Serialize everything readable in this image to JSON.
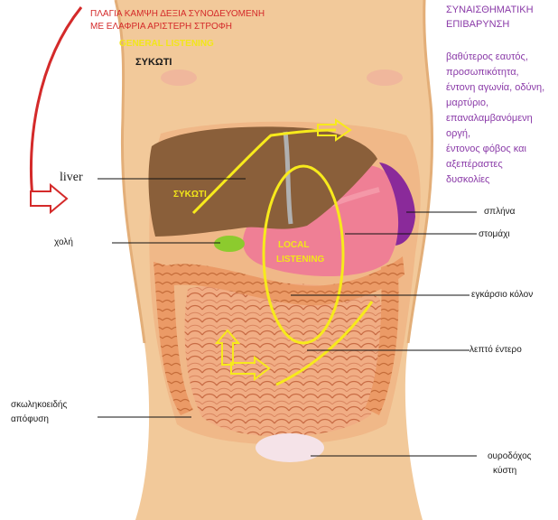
{
  "header": {
    "red_line1": "ΠΛΑΓΙΑ ΚΑΜΨΗ ΔΕΞΙΑ ΣΥΝΟΔΕΥΟΜΕΝΗ",
    "red_line2": "ΜΕ ΕΛΑΦΡΙΑ ΑΡΙΣΤΕΡΗ ΣΤΡΟΦΗ",
    "general_listening": "GENERAL LISTENING",
    "liver_caps": "ΣΥΚΩΤΙ"
  },
  "emotional": {
    "title1": "ΣΥΝΑΙΣΘΗΜΑΤΙΚΗ",
    "title2": "ΕΠΙΒΑΡΥΝΣΗ",
    "lines": [
      "βαθύτερος εαυτός,",
      "προσωπικότητα,",
      "έντονη αγωνία, οδύνη,",
      "μαρτύριο,",
      "επαναλαμβανόμενη",
      "οργή,",
      "έντονος φόβος και",
      "αξεπέραστες",
      "δυσκολίες"
    ]
  },
  "organ_labels": {
    "liver": "liver",
    "bile": "χολή",
    "spleen": "σπλήνα",
    "stomach": "στομάχι",
    "transverse_colon": "εγκάρσιο κόλον",
    "small_intestine": "λεπτό έντερο",
    "appendix_line1": "σκωληκοειδής",
    "appendix_line2": "απόφυση",
    "bladder_line1": "ουροδόχος",
    "bladder_line2": "κύστη"
  },
  "overlay": {
    "liver_inside": "ΣΥΚΩΤΙ",
    "local1": "LOCAL",
    "local2": "LISTENING"
  },
  "colors": {
    "skin": "#f2c99a",
    "liver": "#8a5f3a",
    "stomach": "#ef7f95",
    "spleen": "#8a2a9a",
    "intestine": "#f0a87c",
    "colon": "#e8955f",
    "annotation": "#f7ea1c",
    "red_text": "#d42a2a",
    "purple_text": "#8a3aa8"
  }
}
